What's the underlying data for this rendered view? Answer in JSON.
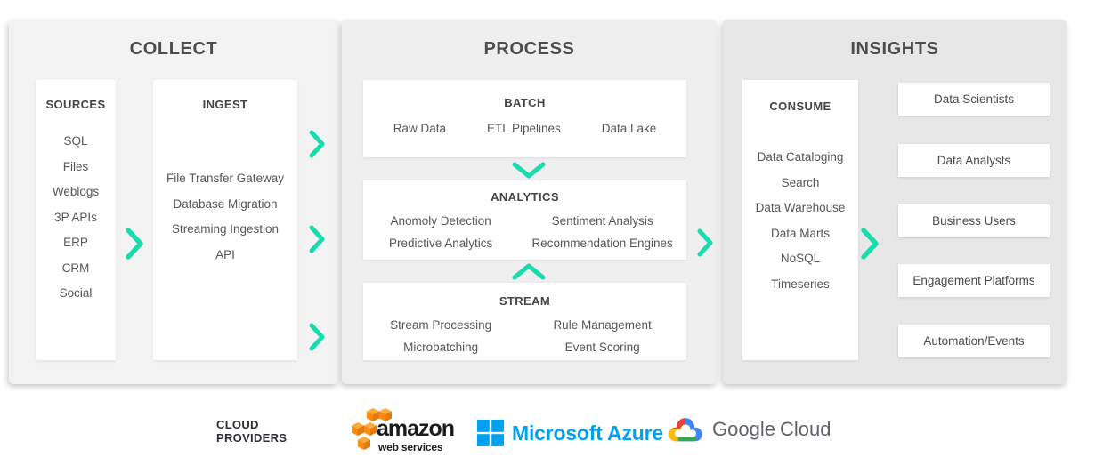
{
  "theme": {
    "accent": "#1adbae",
    "panel_collect_bg": "#f3f3f3",
    "panel_process_bg": "#efefef",
    "panel_insights_bg": "#e7e7e7",
    "title_color": "#4d4d4d",
    "aws_orange": "#f68d11",
    "azure_blue": "#00a1f1",
    "google_gray": "#5f6368"
  },
  "sections": {
    "collect": {
      "title": "COLLECT",
      "sources": {
        "heading": "SOURCES",
        "items": [
          "SQL",
          "Files",
          "Weblogs",
          "3P APIs",
          "ERP",
          "CRM",
          "Social"
        ]
      },
      "ingest": {
        "heading": "INGEST",
        "items": [
          "File Transfer Gateway",
          "Database Migration",
          "Streaming Ingestion",
          "API"
        ]
      }
    },
    "process": {
      "title": "PROCESS",
      "batch": {
        "heading": "BATCH",
        "items": [
          "Raw Data",
          "ETL Pipelines",
          "Data Lake"
        ]
      },
      "analytics": {
        "heading": "ANALYTICS",
        "items": [
          "Anomoly Detection",
          "Sentiment Analysis",
          "Predictive Analytics",
          "Recommendation Engines"
        ]
      },
      "stream": {
        "heading": "STREAM",
        "items": [
          "Stream Processing",
          "Rule Management",
          "Microbatching",
          "Event Scoring"
        ]
      }
    },
    "insights": {
      "title": "INSIGHTS",
      "consume": {
        "heading": "CONSUME",
        "items": [
          "Data Cataloging",
          "Search",
          "Data Warehouse",
          "Data Marts",
          "NoSQL",
          "Timeseries"
        ]
      },
      "outputs": [
        "Data Scientists",
        "Data Analysts",
        "Business Users",
        "Engagement Platforms",
        "Automation/Events"
      ]
    }
  },
  "footer": {
    "label_line1": "CLOUD",
    "label_line2": "PROVIDERS",
    "aws": {
      "name": "amazon",
      "subtext": "web services"
    },
    "azure": {
      "name": "Microsoft Azure"
    },
    "google": {
      "name_primary": "Google",
      "name_secondary": "Cloud"
    }
  }
}
